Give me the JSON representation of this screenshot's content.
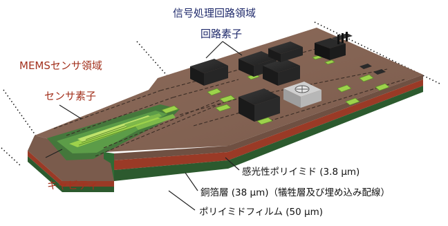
{
  "labels": {
    "signal_region": "信号処理回路領域",
    "circuit_elements": "回路素子",
    "mems_region": "MEMSセンサ領域",
    "sensor_element": "センサ素子",
    "cavity": "キャビティ",
    "layer_polyimide": "感光性ポリイミド (3.8 μm)",
    "layer_copper": "銅箔層 (38 μm)（犠牲層及び埋め込み配線）",
    "layer_film": "ポリイミドフィルム (50 μm)"
  },
  "colors": {
    "surface": "#866555",
    "copper_layer": "#9a3a26",
    "film_layer": "#2c5a2e",
    "pad_green": "#9dd24b",
    "sensor_green": "#7eb84a",
    "chip_dark": "#2c2c2c",
    "label_navy": "#1f2a6b",
    "label_red": "#a3321e"
  },
  "icons": {
    "chip": "ic-package",
    "sensor": "cantilever-sensor"
  }
}
